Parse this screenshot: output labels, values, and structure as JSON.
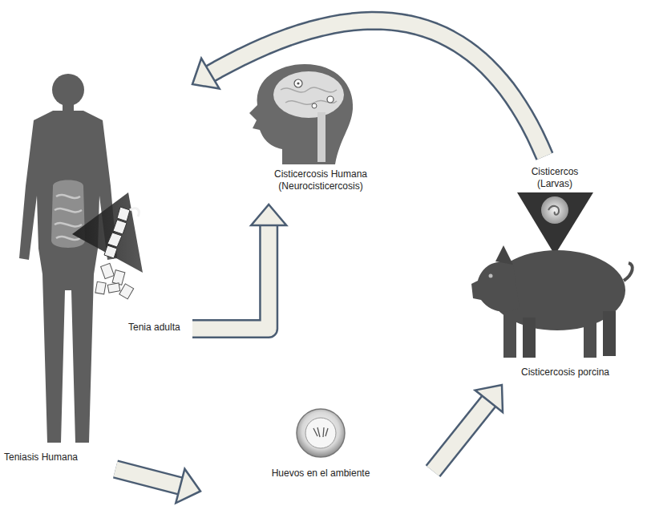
{
  "diagram": {
    "nodes": [
      {
        "text": [
          "Tenia adulta",
          "Teniasis Humana"
        ]
      },
      {
        "text": [
          "Cisticercosis Humana (Neurocisticercosis)"
        ]
      },
      {
        "text": [
          "Cisticercos (Larvas)",
          "Cisticercosis porcina"
        ]
      },
      {
        "text": [
          "Huevos en el ambiente"
        ]
      }
    ],
    "edges": [
      {
        "from": 0,
        "to": 3,
        "arrow": "to"
      },
      {
        "from": 3,
        "to": 2,
        "arrow": "to"
      },
      {
        "from": 2,
        "to": 0,
        "arrow": "to"
      },
      {
        "from": 0,
        "to": 1,
        "arrow": "to"
      }
    ]
  }
}
